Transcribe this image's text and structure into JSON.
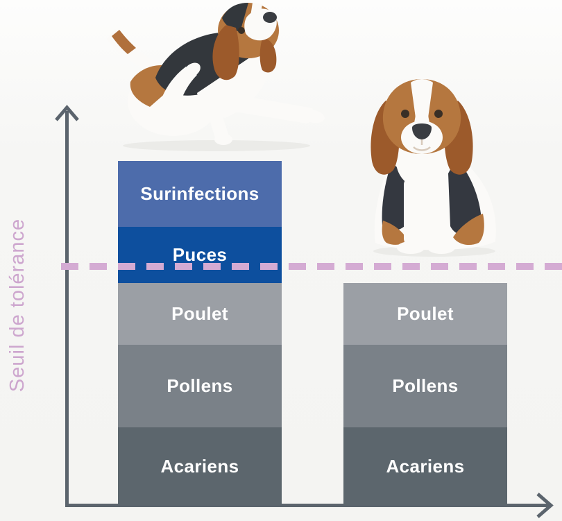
{
  "y_axis": {
    "label": "Seuil de tolérance",
    "label_color": "#cda6ce"
  },
  "colors": {
    "axis": "#5b646d",
    "background_top": "#fdfdfc",
    "background_bottom": "#f4f4f2"
  },
  "images": {
    "left": "beagle-scratching-photo",
    "right": "beagle-sitting-photo"
  },
  "chart_data": {
    "type": "bar",
    "stacked": true,
    "title": "",
    "xlabel": "",
    "ylabel": "Seuil de tolérance",
    "grid": false,
    "legend": false,
    "value_unit": "relative-height-px",
    "threshold_line": {
      "style": "dashed",
      "color": "#d4abd3",
      "value": 344,
      "label": "Seuil de tolérance"
    },
    "bars": [
      {
        "name": "left",
        "total": 496,
        "segments": [
          {
            "label": "Acariens",
            "value": 112,
            "color": "#5c666d"
          },
          {
            "label": "Pollens",
            "value": 119,
            "color": "#7a8188"
          },
          {
            "label": "Poulet",
            "value": 89,
            "color": "#9b9fa5"
          },
          {
            "label": "Puces",
            "value": 81,
            "color": "#0d4f9e"
          },
          {
            "label": "Surinfections",
            "value": 95,
            "color": "#4d6cab"
          }
        ]
      },
      {
        "name": "right",
        "total": 320,
        "segments": [
          {
            "label": "Acariens",
            "value": 112,
            "color": "#5c666d"
          },
          {
            "label": "Pollens",
            "value": 119,
            "color": "#7a8188"
          },
          {
            "label": "Poulet",
            "value": 89,
            "color": "#9b9fa5"
          }
        ]
      }
    ]
  }
}
